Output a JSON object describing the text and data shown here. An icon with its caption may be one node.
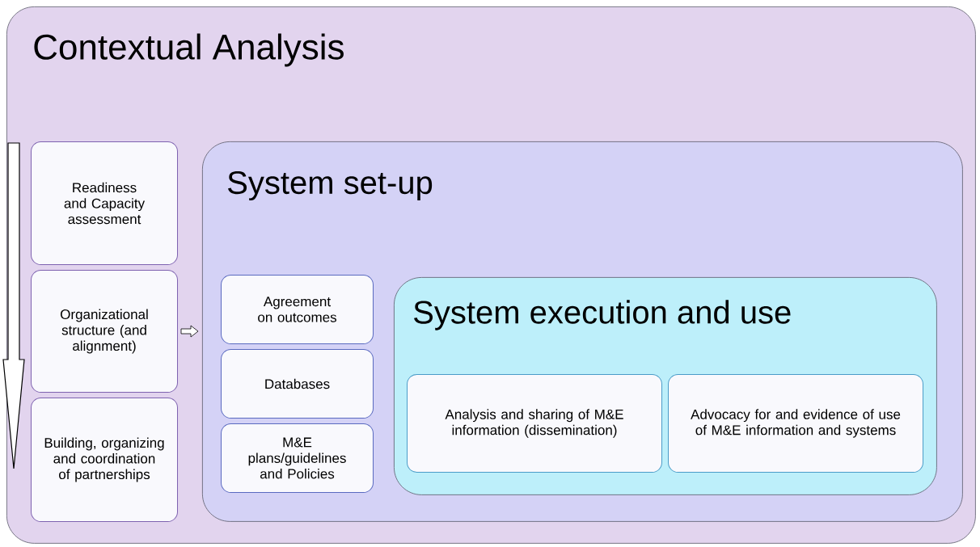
{
  "diagram": {
    "nodes": [
      {
        "text": [
          "Contextual Analysis"
        ]
      },
      {
        "text": [
          "Readiness and Capacity assessment"
        ],
        "in": 0
      },
      {
        "text": [
          "Organizational structure (and alignment)"
        ],
        "in": 0
      },
      {
        "text": [
          "Building, organizing and coordination of partnerships"
        ],
        "in": 0
      },
      {
        "text": [
          "System set-up"
        ],
        "in": 0
      },
      {
        "text": [
          "Agreement on outcomes"
        ],
        "in": 4
      },
      {
        "text": [
          "Databases"
        ],
        "in": 4
      },
      {
        "text": [
          "M&E plans/guidelines and Policies"
        ],
        "in": 4
      },
      {
        "text": [
          "System execution and use"
        ],
        "in": 4
      },
      {
        "text": [
          "Analysis and sharing of M&E information (dissemination)"
        ],
        "in": 8
      },
      {
        "text": [
          "Advocacy for and evidence of use of M&E information and systems"
        ],
        "in": 8
      }
    ],
    "edges": [
      {
        "from": 2,
        "to": 4,
        "arrow": "to"
      },
      {
        "from": 1,
        "to": 3,
        "arrow": "to"
      }
    ]
  }
}
